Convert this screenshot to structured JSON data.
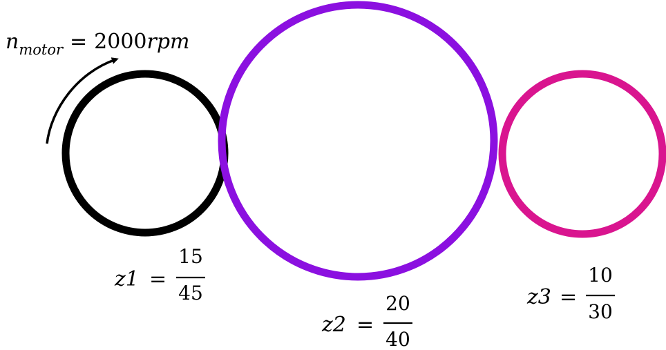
{
  "motor": {
    "symbol": "n",
    "subscript": "motor",
    "equals": "=",
    "value": "2000",
    "unit": "rpm"
  },
  "gears": [
    {
      "label": "z1",
      "equals": "=",
      "numerator": "15",
      "denominator": "45",
      "color": "#000000"
    },
    {
      "label": "z2",
      "equals": "=",
      "numerator": "20",
      "denominator": "40",
      "color": "#8b10e0"
    },
    {
      "label": "z3",
      "equals": "=",
      "numerator": "10",
      "denominator": "30",
      "color": "#d9158f"
    }
  ]
}
